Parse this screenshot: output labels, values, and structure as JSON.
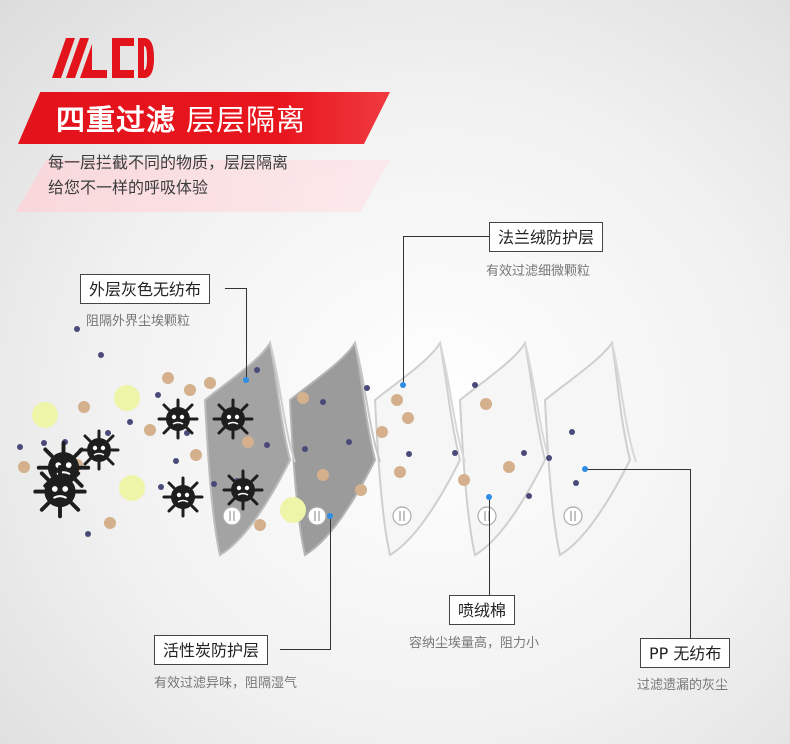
{
  "headline": {
    "bold": "四重过滤",
    "thin": "层层隔离"
  },
  "intro": {
    "line1": "每一层拦截不同的物质，层层隔离",
    "line2": "给您不一样的呼吸体验"
  },
  "layers": [
    {
      "title": "外层灰色无纺布",
      "desc": "阻隔外界尘埃颗粒"
    },
    {
      "title": "活性炭防护层",
      "desc": "有效过滤异味，阻隔湿气"
    },
    {
      "title": "法兰绒防护层",
      "desc": "有效过滤细微颗粒"
    },
    {
      "title": "喷绒棉",
      "desc": "容纳尘埃量高，阻力小"
    },
    {
      "title": "PP 无纺布",
      "desc": "过滤遗漏的灰尘"
    }
  ],
  "colors": {
    "accent": "#e3131b",
    "pointer": "#2f8de4",
    "particle_tan": "#d4b08c",
    "particle_purple": "#4a4a7a",
    "particle_yellow": "#eef5a8"
  },
  "icons": [
    "brand-logo",
    "germ-icon",
    "valve-icon"
  ]
}
